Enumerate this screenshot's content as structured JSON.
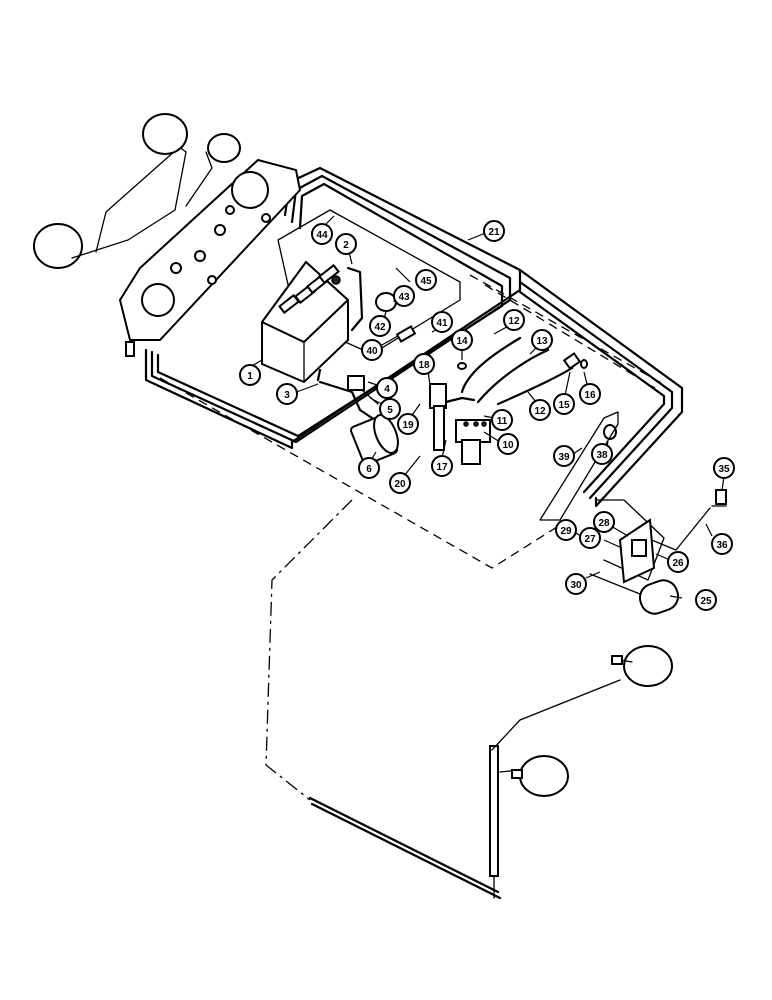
{
  "diagram": {
    "callouts": [
      {
        "id": "c1",
        "label": "1"
      },
      {
        "id": "c2",
        "label": "2"
      },
      {
        "id": "c3",
        "label": "3"
      },
      {
        "id": "c4",
        "label": "4"
      },
      {
        "id": "c5",
        "label": "5"
      },
      {
        "id": "c6",
        "label": "6"
      },
      {
        "id": "c10",
        "label": "10"
      },
      {
        "id": "c11",
        "label": "11"
      },
      {
        "id": "c12a",
        "label": "12"
      },
      {
        "id": "c12b",
        "label": "12"
      },
      {
        "id": "c13",
        "label": "13"
      },
      {
        "id": "c14",
        "label": "14"
      },
      {
        "id": "c15",
        "label": "15"
      },
      {
        "id": "c16",
        "label": "16"
      },
      {
        "id": "c17",
        "label": "17"
      },
      {
        "id": "c18",
        "label": "18"
      },
      {
        "id": "c19",
        "label": "19"
      },
      {
        "id": "c20",
        "label": "20"
      },
      {
        "id": "c21",
        "label": "21"
      },
      {
        "id": "c25",
        "label": "25"
      },
      {
        "id": "c26",
        "label": "26"
      },
      {
        "id": "c27",
        "label": "27"
      },
      {
        "id": "c28",
        "label": "28"
      },
      {
        "id": "c29",
        "label": "29"
      },
      {
        "id": "c30",
        "label": "30"
      },
      {
        "id": "c35",
        "label": "35"
      },
      {
        "id": "c36",
        "label": "36"
      },
      {
        "id": "c38",
        "label": "38"
      },
      {
        "id": "c39",
        "label": "39"
      },
      {
        "id": "c40",
        "label": "40"
      },
      {
        "id": "c41",
        "label": "41"
      },
      {
        "id": "c42",
        "label": "42"
      },
      {
        "id": "c43",
        "label": "43"
      },
      {
        "id": "c44",
        "label": "44"
      },
      {
        "id": "c45",
        "label": "45"
      }
    ]
  }
}
